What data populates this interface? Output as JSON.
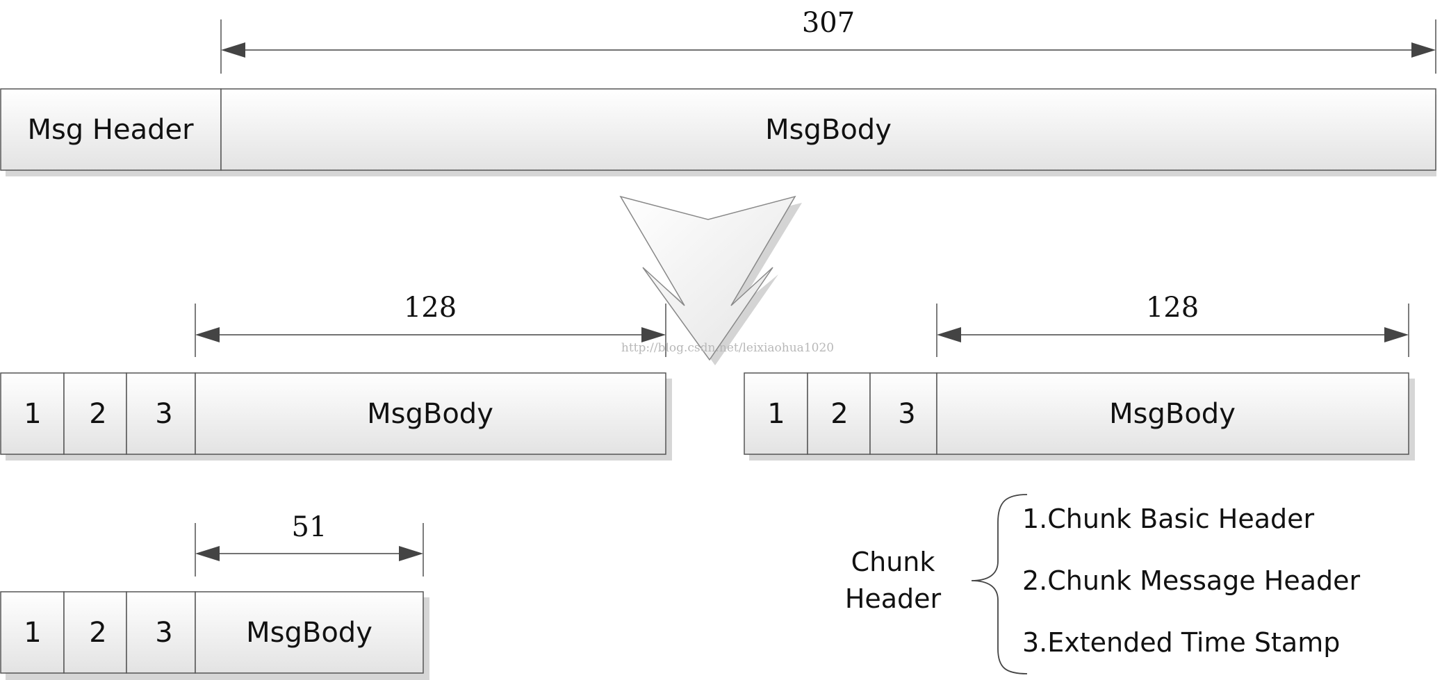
{
  "message": {
    "header_label": "Msg Header",
    "body_label": "MsgBody",
    "body_size": "307"
  },
  "chunks": [
    {
      "fields": [
        "1",
        "2",
        "3"
      ],
      "body_label": "MsgBody",
      "body_size": "128"
    },
    {
      "fields": [
        "1",
        "2",
        "3"
      ],
      "body_label": "MsgBody",
      "body_size": "128"
    },
    {
      "fields": [
        "1",
        "2",
        "3"
      ],
      "body_label": "MsgBody",
      "body_size": "51"
    }
  ],
  "legend": {
    "title_line1": "Chunk",
    "title_line2": "Header",
    "items": [
      "1.Chunk Basic Header",
      "2.Chunk Message Header",
      "3.Extended Time Stamp"
    ]
  },
  "watermark": "http://blog.csdn.net/leixiaohua1020"
}
